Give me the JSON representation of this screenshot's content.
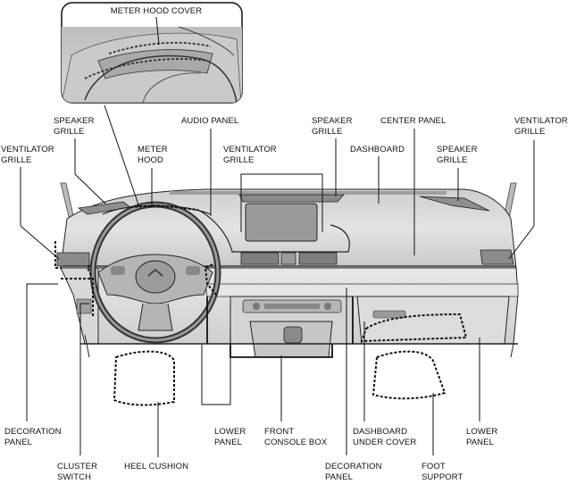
{
  "labels": {
    "meter_hood_cover": "METER HOOD COVER",
    "speaker_grille_left": "SPEAKER\nGRILLE",
    "audio_panel": "AUDIO PANEL",
    "speaker_grille_center": "SPEAKER\nGRILLE",
    "center_panel": "CENTER PANEL",
    "ventilator_grille_right": "VENTILATOR\nGRILLE",
    "ventilator_grille_left": "VENTILATOR\nGRILLE",
    "meter_hood": "METER\nHOOD",
    "ventilator_grille_center": "VENTILATOR\nGRILLE",
    "dashboard": "DASHBOARD",
    "speaker_grille_right": "SPEAKER\nGRILLE",
    "decoration_panel_left": "DECORATION\nPANEL",
    "lower_panel_left": "LOWER\nPANEL",
    "front_console_box": "FRONT\nCONSOLE BOX",
    "dashboard_under_cover": "DASHBOARD\nUNDER COVER",
    "lower_panel_right": "LOWER\nPANEL",
    "cluster_switch": "CLUSTER\nSWITCH",
    "heel_cushion": "HEEL CUSHION",
    "decoration_panel_center": "DECORATION\nPANEL",
    "foot_support": "FOOT\nSUPPORT"
  }
}
